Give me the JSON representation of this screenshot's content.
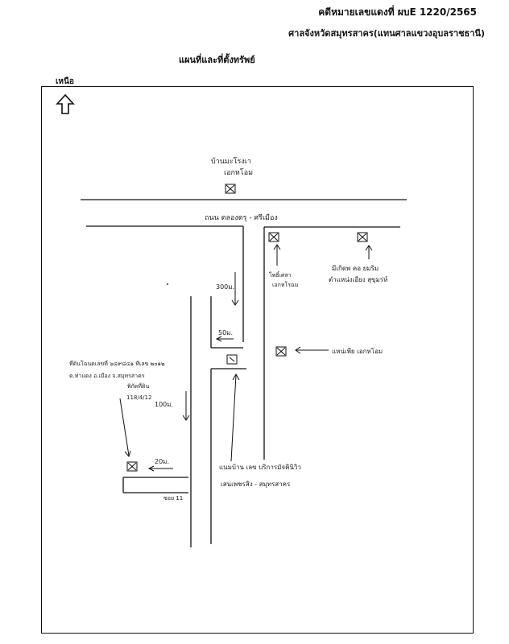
{
  "header": {
    "case_number": "คดีหมายเลขแดงที่ ผบE 1220/2565",
    "court": "ศาลจังหวัดสมุทรสาคร(แทนศาลแขวงอุบลราชธานี)",
    "map_title": "แผนที่และที่ตั้งทรัพย์"
  },
  "map": {
    "north_label": "เหนือ",
    "main_road": "ถนน ตลองตรุ - ศรีเมือง",
    "soi": "ซอย 11",
    "top_landmark": [
      "บ้านมะโรงเา",
      "เอกหโอม"
    ],
    "right_landmark_1": [
      "โพธิ์เศสา",
      "เอกหโรฉม"
    ],
    "right_landmark_2": [
      "มีเกิดพ คอ ยมริม",
      "ตำแหน่งเอียง สุขุมร่ห์"
    ],
    "right_landmark_3": "แหน่เพีย เอกหโอม",
    "property": [
      "ที่ดินโฉนดเลขที่ ๖๔๙๘๔๑ ทีเลข ๒๐๑๒",
      "ต.ท่าแดง อ.เมือง จ.สมุทรสาคร",
      "พิกัดที่ดิน",
      "118/4/12"
    ],
    "bottom_landmark": [
      "แนมบ้าน เลข บริการมัจคินิวิว",
      "เสนเพชรสิง - สมุทรสาคร"
    ],
    "dist_300": "300ม.",
    "dist_50": "50ม.",
    "dist_100": "100ม.",
    "dist_20": "20ม."
  }
}
